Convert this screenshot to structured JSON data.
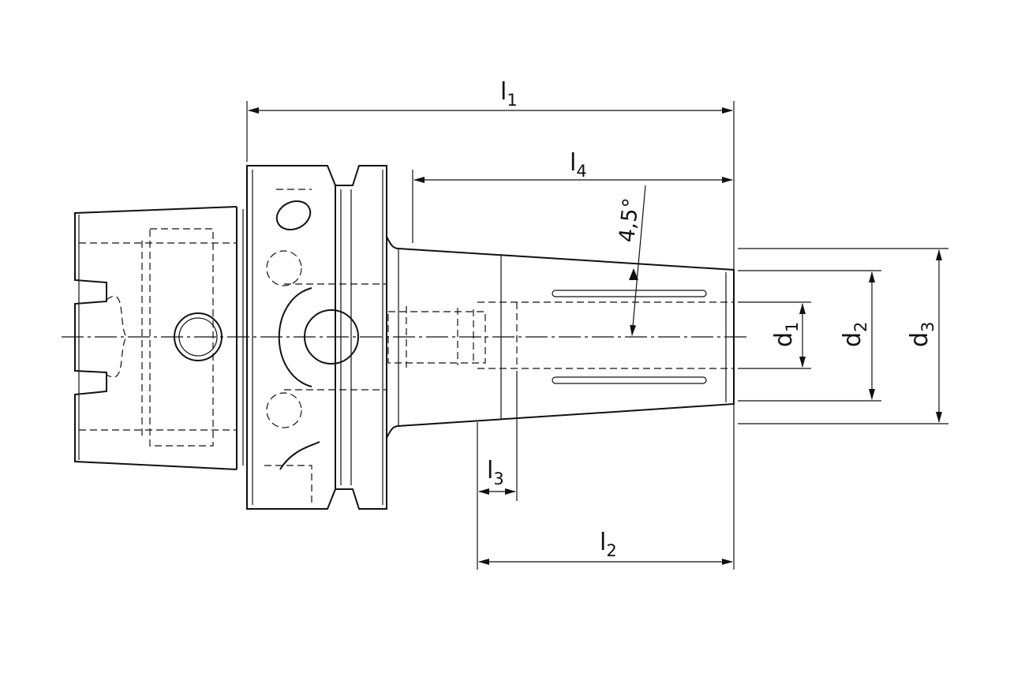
{
  "drawing": {
    "title": "Shrink chuck / tool holder dimension drawing",
    "dimensions": {
      "l1": {
        "base": "l",
        "sub": "1"
      },
      "l2": {
        "base": "l",
        "sub": "2"
      },
      "l3": {
        "base": "l",
        "sub": "3"
      },
      "l4": {
        "base": "l",
        "sub": "4"
      },
      "d1": {
        "base": "d",
        "sub": "1"
      },
      "d2": {
        "base": "d",
        "sub": "2"
      },
      "d3": {
        "base": "d",
        "sub": "3"
      },
      "angle": "4,5°"
    },
    "colors": {
      "line": "#111111",
      "background": "#ffffff"
    }
  }
}
